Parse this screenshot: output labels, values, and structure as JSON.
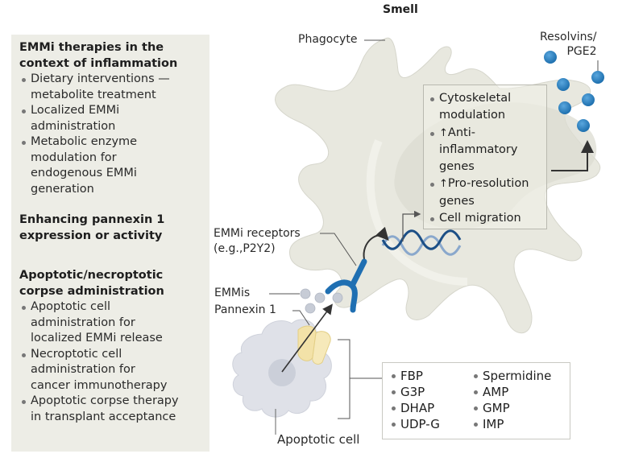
{
  "title": "Smell",
  "left_panel": {
    "sections": [
      {
        "heading": [
          "EMMi therapies in the",
          "context of inflammation"
        ],
        "items": [
          [
            "Dietary interventions —",
            "metabolite treatment"
          ],
          [
            "Localized EMMi",
            "administration"
          ],
          [
            "Metabolic enzyme",
            "modulation for",
            "endogenous EMMi",
            "generation"
          ]
        ]
      },
      {
        "heading": [
          "Enhancing pannexin 1",
          "expression or activity"
        ],
        "items": []
      },
      {
        "heading": [
          "Apoptotic/necroptotic",
          "corpse administration"
        ],
        "items": [
          [
            "Apoptotic cell",
            "administration for",
            "localized EMMi release"
          ],
          [
            "Necroptotic cell",
            "administration for",
            "cancer immunotherapy"
          ],
          [
            "Apoptotic corpse therapy",
            "in transplant acceptance"
          ]
        ]
      }
    ]
  },
  "labels": {
    "phagocyte": "Phagocyte",
    "resolvins": [
      "Resolvins/",
      "PGE2"
    ],
    "emmi_receptors": [
      "EMMi receptors",
      "(e.g.,P2Y2)"
    ],
    "emmis": "EMMis",
    "pannexin": "Pannexin 1",
    "apoptotic_cell": "Apoptotic cell"
  },
  "outcomes": [
    {
      "arrow": "",
      "lines": [
        "Cytoskeletal",
        "modulation"
      ]
    },
    {
      "arrow": "↑",
      "lines": [
        "Anti-",
        "inflammatory",
        "genes"
      ]
    },
    {
      "arrow": "↑",
      "lines": [
        "Pro-resolution",
        "genes"
      ]
    },
    {
      "arrow": "",
      "lines": [
        "Cell migration"
      ]
    }
  ],
  "metabolites": {
    "col1": [
      "FBP",
      "G3P",
      "DHAP",
      "UDP-G"
    ],
    "col2": [
      "Spermidine",
      "AMP",
      "GMP",
      "IMP"
    ]
  },
  "colors": {
    "panel_bg": "#edede6",
    "phagocyte_fill": "#e8e8df",
    "receptor_blue": "#1f6fb2",
    "resolvin_blue": "#2a7fc0",
    "dna_dark": "#1c4f86",
    "dna_light": "#8aa8cc",
    "emmi_grey": "#c7ccd6",
    "pannexin_yellow": "#f3e2a8",
    "apoptotic_fill": "#dfe1e8"
  }
}
